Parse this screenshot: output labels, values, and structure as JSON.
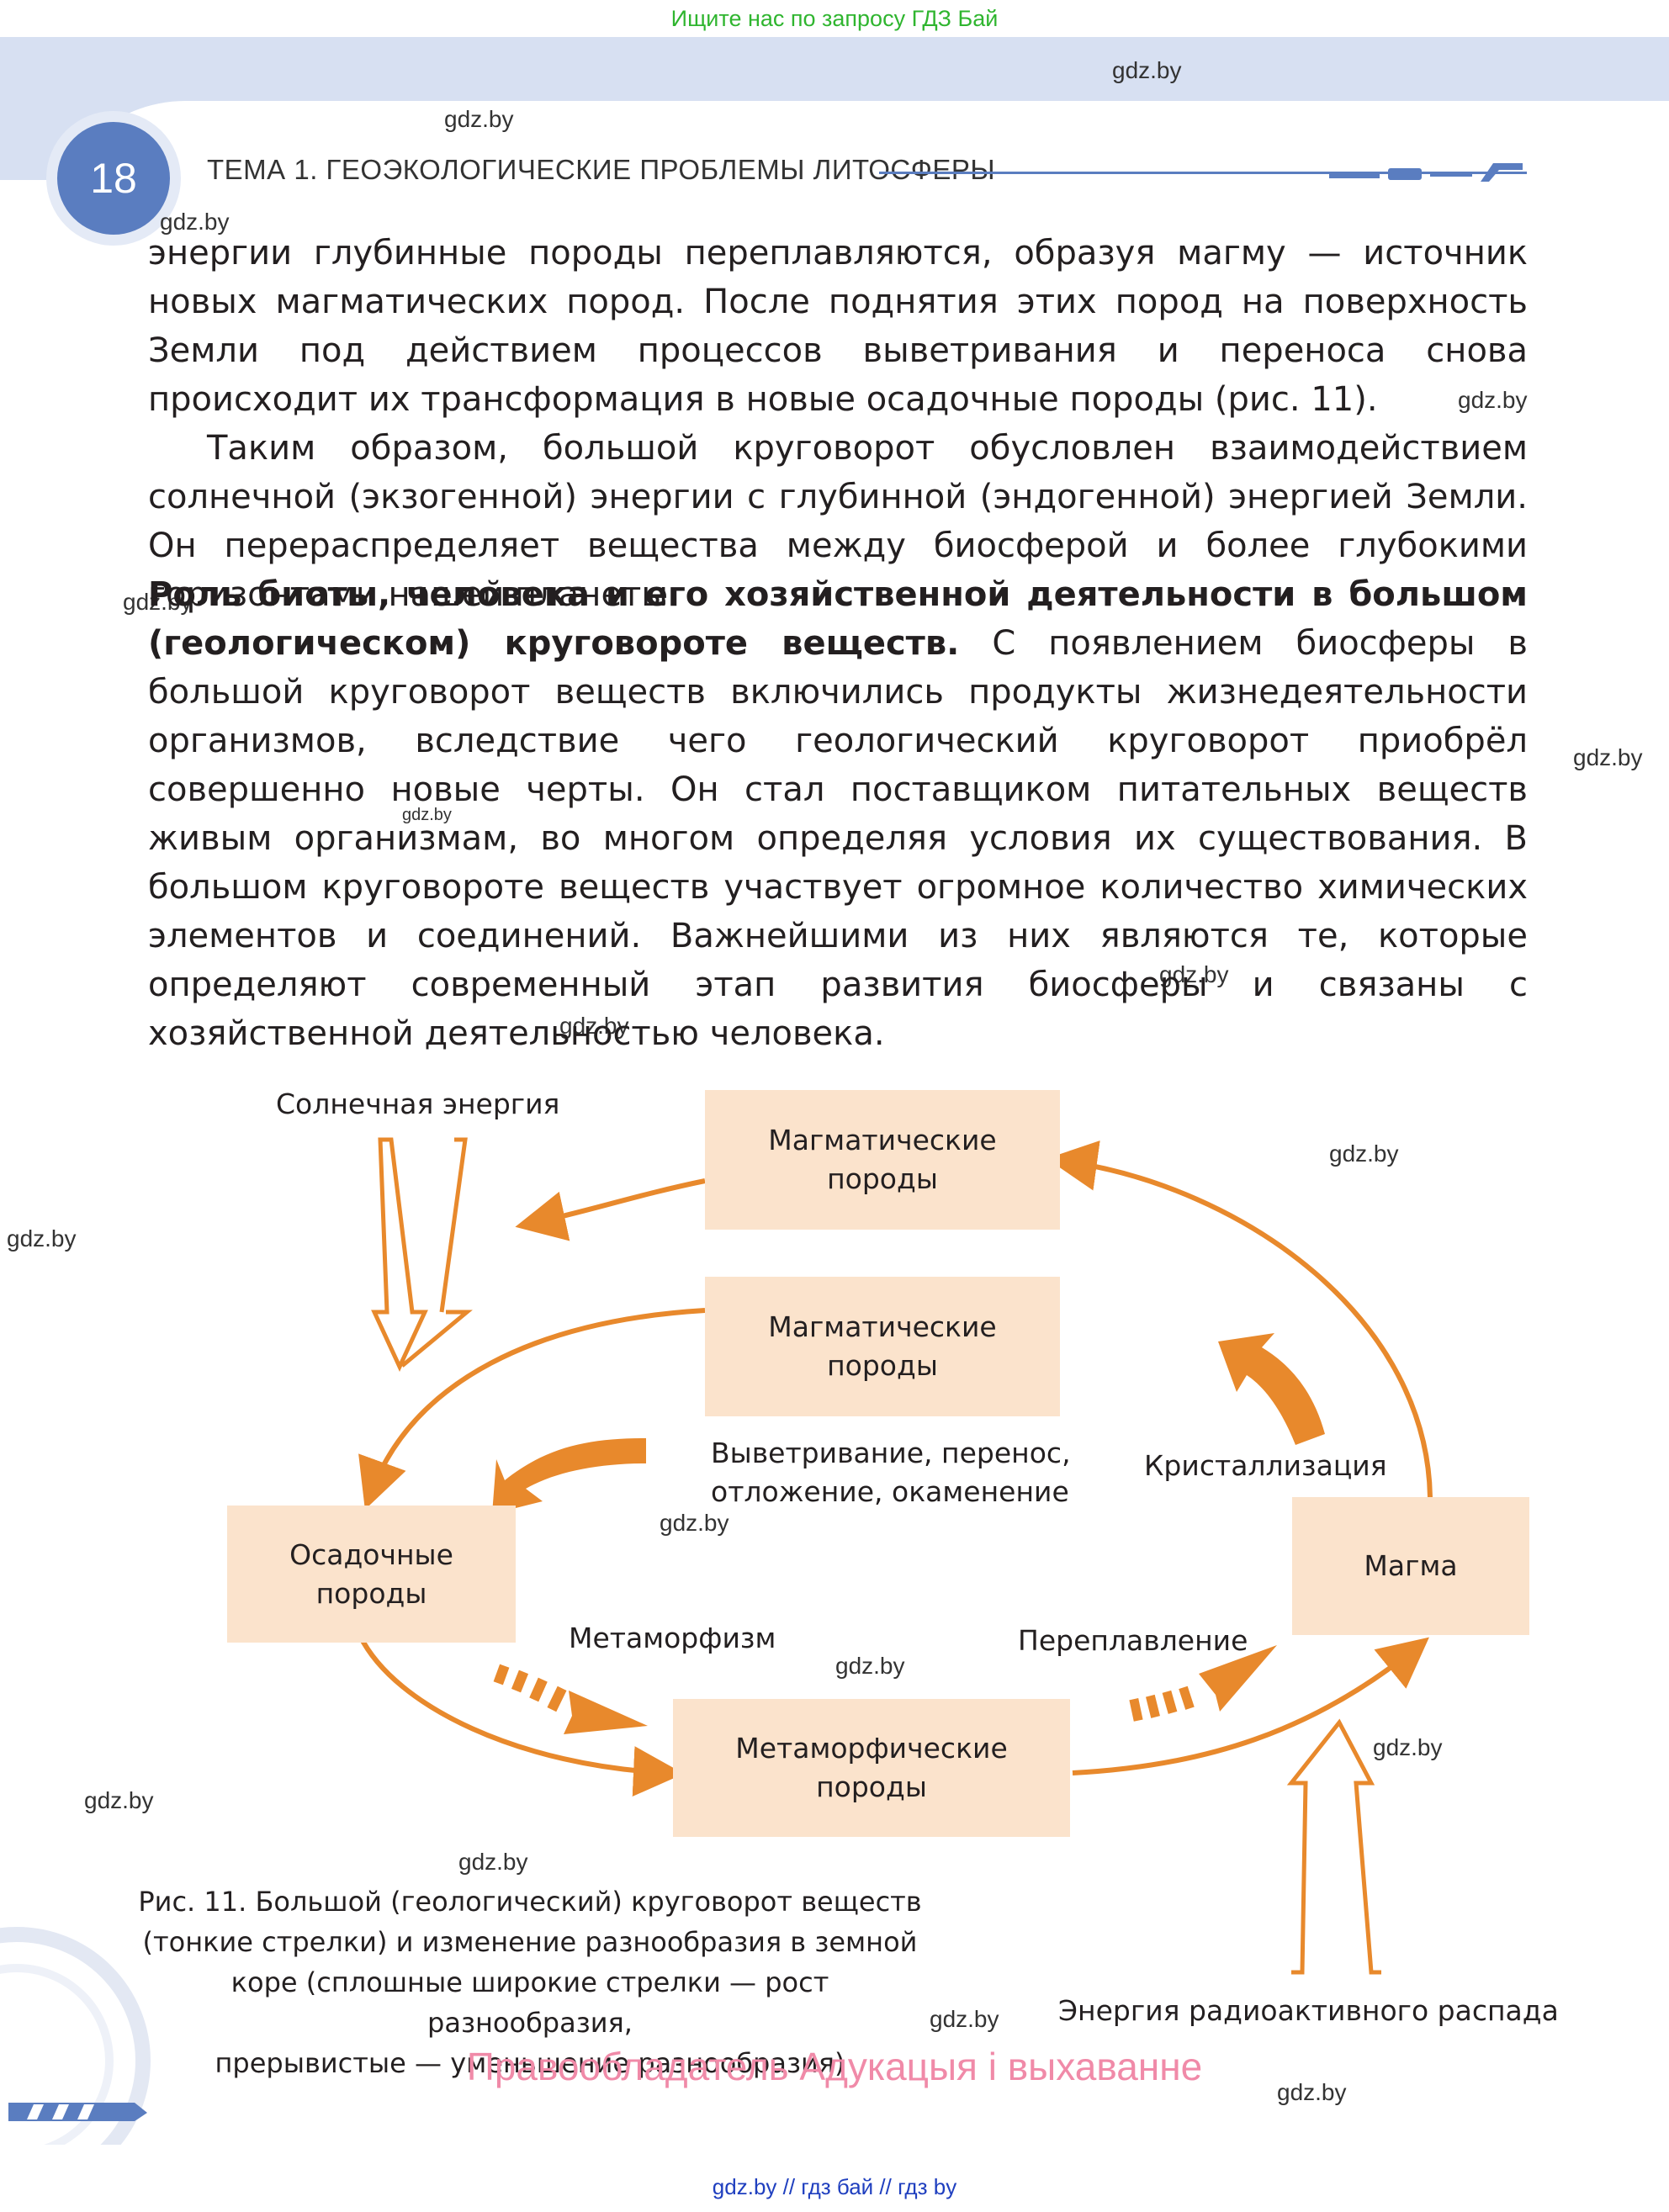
{
  "top_banner": "Ищите нас по запросу ГДЗ Бай",
  "header": {
    "page_number": "18",
    "title": "ТЕМА 1. ГЕОЭКОЛОГИЧЕСКИЕ ПРОБЛЕМЫ ЛИТОСФЕРЫ"
  },
  "watermark": "gdz.by",
  "body": {
    "p1": "энергии глубинные породы переплавляются, образуя магму — источник новых магматических пород. После поднятия этих пород на поверхность Земли под действием процессов выветривания и переноса снова происходит их трансформация в новые осадочные породы (рис. 11).",
    "p2": "Таким образом, большой круговорот обусловлен взаимодействием солнечной (экзогенной) энергии с глубинной (эндогенной) энергией Земли. Он перераспределяет вещества между биосферой и более глубокими горизонтами нашей планеты.",
    "p3_bold": "Роль биоты, человека и его хозяйственной деятельности в большом (геологическом) круговороте веществ.",
    "p3_rest": " С появлением биосферы в большой круговорот веществ включились продукты жизнедеятельности организмов, вследствие чего геологический круговорот приобрёл совершенно новые черты. Он стал поставщиком питательных веществ живым организмам, во многом определяя условия их существования. В большом круговороте веществ участвует огромное количество химических элементов и соединений. Важнейшими из них являются те, которые определяют современный этап развития биосферы и связаны с хозяйственной деятельностью человека."
  },
  "diagram": {
    "solar_energy": "Солнечная энергия",
    "box_magmatic_1_line1": "Магматические",
    "box_magmatic_1_line2": "породы",
    "box_magmatic_2_line1": "Магматические",
    "box_magmatic_2_line2": "породы",
    "weathering_line1": "Выветривание, перенос,",
    "weathering_line2": "отложение, окаменение",
    "crystallization": "Кристаллизация",
    "box_sedimentary_line1": "Осадочные",
    "box_sedimentary_line2": "породы",
    "box_magma": "Магма",
    "metamorphism": "Метаморфизм",
    "remelting": "Переплавление",
    "box_metamorphic_line1": "Метаморфические",
    "box_metamorphic_line2": "породы",
    "radioactive_energy": "Энергия радиоактивного распада"
  },
  "caption": {
    "line1": "Рис. 11. Большой (геологический) круговорот веществ",
    "line2": "(тонкие стрелки) и изменение разнообразия в земной",
    "line3": "коре (сплошные широкие стрелки — рост разнообразия,",
    "line4": "прерывистые — уменьшение разнообразия)"
  },
  "rights_holder": "Правообладатель Адукацыя і выхаванне",
  "footer_links": "gdz.by  //  гдз бай  //  гдз by",
  "colors": {
    "arrow_orange": "#e8892c",
    "box_fill": "#fbe3cc",
    "header_blue": "#5a7dc0",
    "banner_green": "#2fb52f",
    "rights_pink": "#f08aa8"
  }
}
